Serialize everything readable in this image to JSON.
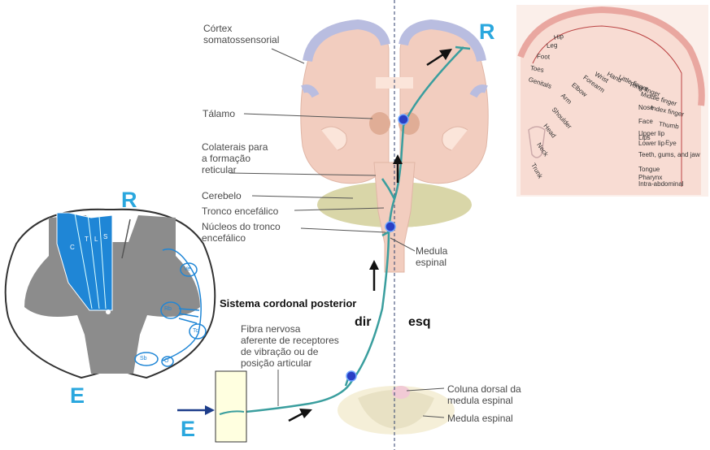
{
  "labels": {
    "cortex": [
      "Córtex",
      "somatossensorial"
    ],
    "talamo": "Tálamo",
    "colaterais": [
      "Colaterais para",
      "a formação",
      "reticular"
    ],
    "cerebelo": "Cerebelo",
    "tronco": "Tronco encefálico",
    "nucleos": [
      "Núcleos do tronco",
      "encefálico"
    ],
    "medula_top": [
      "Medula",
      "espinal"
    ],
    "fibra": [
      "Fibra nervosa",
      "aferente de receptores",
      "de vibração ou de",
      "posição articular"
    ],
    "coluna": [
      "Coluna dorsal da",
      "medula espinal"
    ],
    "medula_bottom": "Medula espinal"
  },
  "annotations": {
    "sistema": "Sistema cordonal posterior",
    "dir": "dir",
    "esq": "esq",
    "r_main": "R",
    "e_main": "E",
    "r_cross": "R",
    "e_cross": "E"
  },
  "cross_section": {
    "column_letters": [
      "C",
      "T",
      "L",
      "S"
    ],
    "tract_labels": [
      "Ve",
      "Rb",
      "Sb",
      "Tc",
      "O"
    ]
  },
  "homunculus": [
    "Hip",
    "Leg",
    "Foot",
    "Toes",
    "Genitals",
    "Trunk",
    "Neck",
    "Head",
    "Shoulder",
    "Arm",
    "Elbow",
    "Forearm",
    "Wrist",
    "Hand",
    "Little finger",
    "Ring finger",
    "Middle finger",
    "Index finger",
    "Thumb",
    "Eye",
    "Nose",
    "Face",
    "Upper lip",
    "Lips",
    "Lower lip",
    "Teeth, gums, and jaw",
    "Tongue",
    "Pharynx",
    "Intra-abdominal"
  ],
  "colors": {
    "pathway": "#3a9e9e",
    "neuron": "#2a3fc4",
    "accent_blue": "#2aa7de",
    "brain_pink": "#f2cdbf",
    "cortex_lilac": "#b9bde0",
    "cerebellum": "#d9d6a8",
    "dorsal_column": "#1f86d6"
  }
}
